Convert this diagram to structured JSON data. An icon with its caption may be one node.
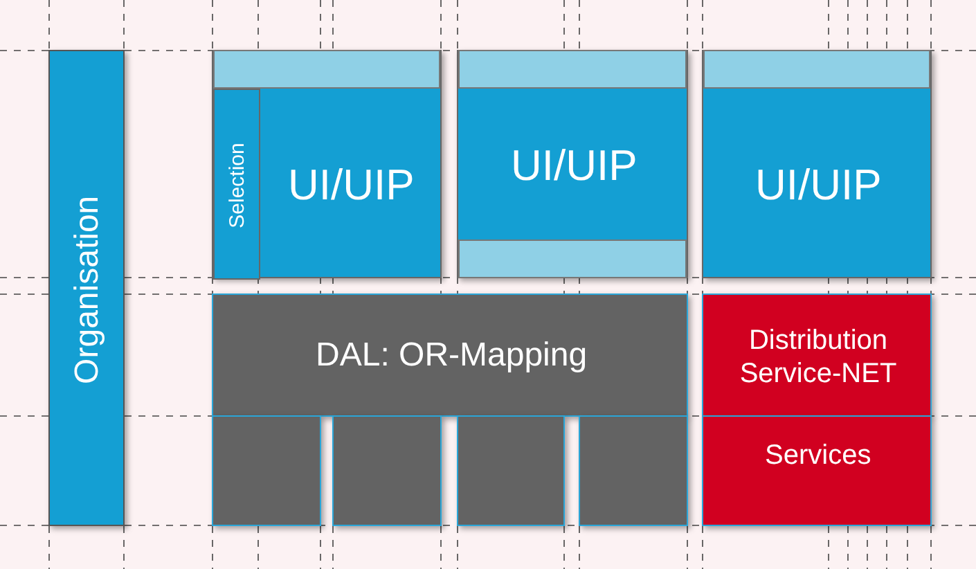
{
  "diagram": {
    "nodes": [
      {
        "text": [
          "Organisation"
        ]
      },
      {
        "text": [
          "UI/UIP"
        ]
      },
      {
        "text": [
          "Selection"
        ],
        "in": 1
      },
      {
        "text": [
          "UI/UIP"
        ]
      },
      {
        "text": [
          "UI/UIP"
        ]
      },
      {
        "text": [
          "DAL: OR-Mapping"
        ]
      },
      {
        "text": [],
        "shape": "box"
      },
      {
        "text": [],
        "shape": "box"
      },
      {
        "text": [],
        "shape": "box"
      },
      {
        "text": [],
        "shape": "box"
      },
      {
        "text": [
          "Distribution Service-NET"
        ]
      },
      {
        "text": [
          "Services"
        ]
      }
    ]
  }
}
